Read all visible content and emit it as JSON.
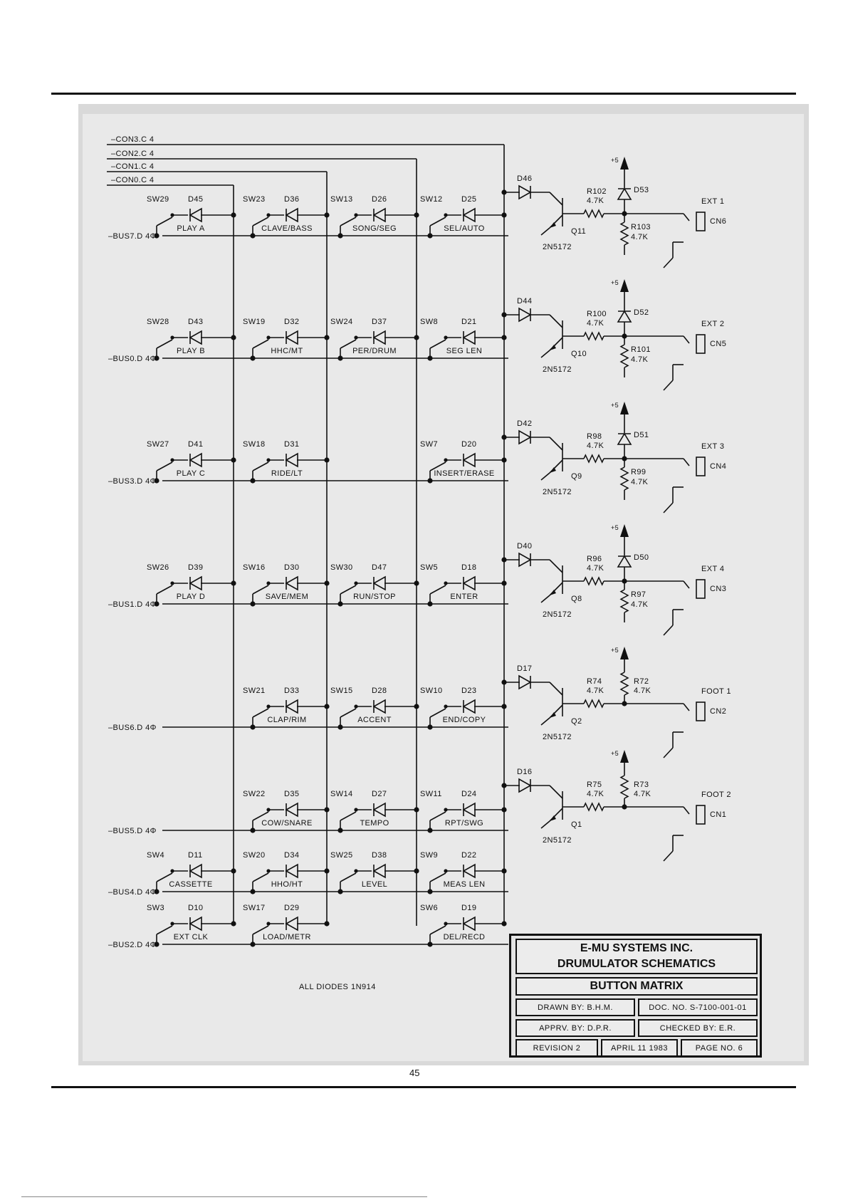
{
  "page": {
    "number": "45"
  },
  "schematic": {
    "bus_inputs": [
      {
        "label": "CON3.C 4"
      },
      {
        "label": "CON2.C 4"
      },
      {
        "label": "CON1.C 4"
      },
      {
        "label": "CON0.C 4"
      }
    ],
    "rows": [
      {
        "bus": "BUS7.D 4Φ",
        "cells": [
          {
            "sw": "SW29",
            "d": "D45",
            "name": "PLAY A"
          },
          {
            "sw": "SW23",
            "d": "D36",
            "name": "CLAVE/BASS"
          },
          {
            "sw": "SW13",
            "d": "D26",
            "name": "SONG/SEG"
          },
          {
            "sw": "SW12",
            "d": "D25",
            "name": "SEL/AUTO"
          }
        ]
      },
      {
        "bus": "BUS0.D 4Φ",
        "cells": [
          {
            "sw": "SW28",
            "d": "D43",
            "name": "PLAY B"
          },
          {
            "sw": "SW19",
            "d": "D32",
            "name": "HHC/MT"
          },
          {
            "sw": "SW24",
            "d": "D37",
            "name": "PER/DRUM"
          },
          {
            "sw": "SW8",
            "d": "D21",
            "name": "SEG LEN"
          }
        ]
      },
      {
        "bus": "BUS3.D 4Φ",
        "cells": [
          {
            "sw": "SW27",
            "d": "D41",
            "name": "PLAY C"
          },
          {
            "sw": "SW18",
            "d": "D31",
            "name": "RIDE/LT"
          },
          null,
          {
            "sw": "SW7",
            "d": "D20",
            "name": "INSERT/ERASE"
          }
        ]
      },
      {
        "bus": "BUS1.D 4Φ",
        "cells": [
          {
            "sw": "SW26",
            "d": "D39",
            "name": "PLAY D"
          },
          {
            "sw": "SW16",
            "d": "D30",
            "name": "SAVE/MEM"
          },
          {
            "sw": "SW30",
            "d": "D47",
            "name": "RUN/STOP"
          },
          {
            "sw": "SW5",
            "d": "D18",
            "name": "ENTER"
          }
        ]
      },
      {
        "bus": "BUS6.D 4Φ",
        "cells": [
          null,
          {
            "sw": "SW21",
            "d": "D33",
            "name": "CLAP/RIM"
          },
          {
            "sw": "SW15",
            "d": "D28",
            "name": "ACCENT"
          },
          {
            "sw": "SW10",
            "d": "D23",
            "name": "END/COPY"
          }
        ]
      },
      {
        "bus": "BUS5.D 4Φ",
        "cells": [
          null,
          {
            "sw": "SW22",
            "d": "D35",
            "name": "COW/SNARE"
          },
          {
            "sw": "SW14",
            "d": "D27",
            "name": "TEMPO"
          },
          {
            "sw": "SW11",
            "d": "D24",
            "name": "RPT/SWG"
          }
        ]
      },
      {
        "bus": "BUS4.D 4Φ",
        "cells": [
          {
            "sw": "SW4",
            "d": "D11",
            "name": "CASSETTE"
          },
          {
            "sw": "SW20",
            "d": "D34",
            "name": "HHO/HT"
          },
          {
            "sw": "SW25",
            "d": "D38",
            "name": "LEVEL"
          },
          {
            "sw": "SW9",
            "d": "D22",
            "name": "MEAS LEN"
          }
        ]
      },
      {
        "bus": "BUS2.D 4Φ",
        "cells": [
          {
            "sw": "SW3",
            "d": "D10",
            "name": "EXT CLK"
          },
          {
            "sw": "SW17",
            "d": "D29",
            "name": "LOAD/METR"
          },
          null,
          {
            "sw": "SW6",
            "d": "D19",
            "name": "DEL/RECD"
          }
        ]
      }
    ],
    "outputs": [
      {
        "diode": "D46",
        "res_in": "R102",
        "res_in_val": "4.7K",
        "q": "Q11",
        "trans": "2N5172",
        "top": "D53",
        "res_out": "R103",
        "res_out_val": "4.7K",
        "supply": "+5",
        "ext": "EXT 1",
        "cn": "CN6"
      },
      {
        "diode": "D44",
        "res_in": "R100",
        "res_in_val": "4.7K",
        "q": "Q10",
        "trans": "2N5172",
        "top": "D52",
        "res_out": "R101",
        "res_out_val": "4.7K",
        "supply": "+5",
        "ext": "EXT 2",
        "cn": "CN5"
      },
      {
        "diode": "D42",
        "res_in": "R98",
        "res_in_val": "4.7K",
        "q": "Q9",
        "trans": "2N5172",
        "top": "D51",
        "res_out": "R99",
        "res_out_val": "4.7K",
        "supply": "+5",
        "ext": "EXT 3",
        "cn": "CN4"
      },
      {
        "diode": "D40",
        "res_in": "R96",
        "res_in_val": "4.7K",
        "q": "Q8",
        "trans": "2N5172",
        "top": "D50",
        "res_out": "R97",
        "res_out_val": "4.7K",
        "supply": "+5",
        "ext": "EXT 4",
        "cn": "CN3"
      },
      {
        "diode": "D17",
        "res_in": "R74",
        "res_in_val": "4.7K",
        "q": "Q2",
        "trans": "2N5172",
        "top": "R72",
        "top_val": "4.7K",
        "supply": "+5",
        "ext": "FOOT 1",
        "cn": "CN2"
      },
      {
        "diode": "D16",
        "res_in": "R75",
        "res_in_val": "4.7K",
        "q": "Q1",
        "trans": "2N5172",
        "top": "R73",
        "top_val": "4.7K",
        "supply": "+5",
        "ext": "FOOT 2",
        "cn": "CN1"
      }
    ],
    "note": "ALL DIODES 1N914"
  },
  "title_block": {
    "company": "E-MU SYSTEMS INC.",
    "project": "DRUMULATOR SCHEMATICS",
    "sheet_title": "BUTTON MATRIX",
    "drawn_by": "DRAWN BY: B.H.M.",
    "doc_no": "DOC. NO. S-7100-001-01",
    "approved_by": "APPRV. BY: D.P.R.",
    "checked_by": "CHECKED BY: E.R.",
    "revision": "REVISION 2",
    "date": "APRIL 11 1983",
    "page_no": "PAGE NO. 6"
  }
}
